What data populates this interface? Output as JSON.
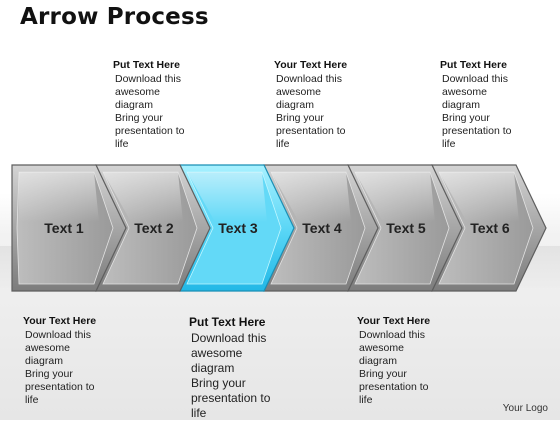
{
  "title": "Arrow Process",
  "colors": {
    "gray_top": "#d9d9d9",
    "gray_bottom": "#7f7f7f",
    "highlight_top": "#9ff0ff",
    "highlight_bottom": "#2fc6ee",
    "outline": "#5a5a5a"
  },
  "arrows": [
    {
      "label": "Text 1",
      "highlighted": false
    },
    {
      "label": "Text 2",
      "highlighted": false
    },
    {
      "label": "Text 3",
      "highlighted": true
    },
    {
      "label": "Text 4",
      "highlighted": false
    },
    {
      "label": "Text 5",
      "highlighted": false
    },
    {
      "label": "Text 6",
      "highlighted": false
    }
  ],
  "top_boxes": [
    {
      "heading": "Put Text Here",
      "lines": [
        "Download this",
        "awesome",
        "diagram",
        "Bring your",
        "presentation to",
        "life"
      ]
    },
    {
      "heading": "Your Text Here",
      "lines": [
        "Download this",
        "awesome",
        "diagram",
        "Bring your",
        "presentation to",
        "life"
      ]
    },
    {
      "heading": "Put Text Here",
      "lines": [
        "Download this",
        "awesome",
        "diagram",
        "Bring your",
        "presentation to",
        "life"
      ]
    }
  ],
  "bottom_boxes": [
    {
      "heading": "Your Text Here",
      "lines": [
        "Download this",
        "awesome",
        "diagram",
        "Bring your",
        "presentation to",
        "life"
      ]
    },
    {
      "heading": "Put Text Here",
      "lines": [
        "Download this",
        "awesome",
        "diagram",
        "Bring your",
        "presentation to",
        "life"
      ]
    },
    {
      "heading": "Your Text Here",
      "lines": [
        "Download this",
        "awesome",
        "diagram",
        "Bring your",
        "presentation to",
        "life"
      ]
    }
  ],
  "logo": "Your Logo"
}
